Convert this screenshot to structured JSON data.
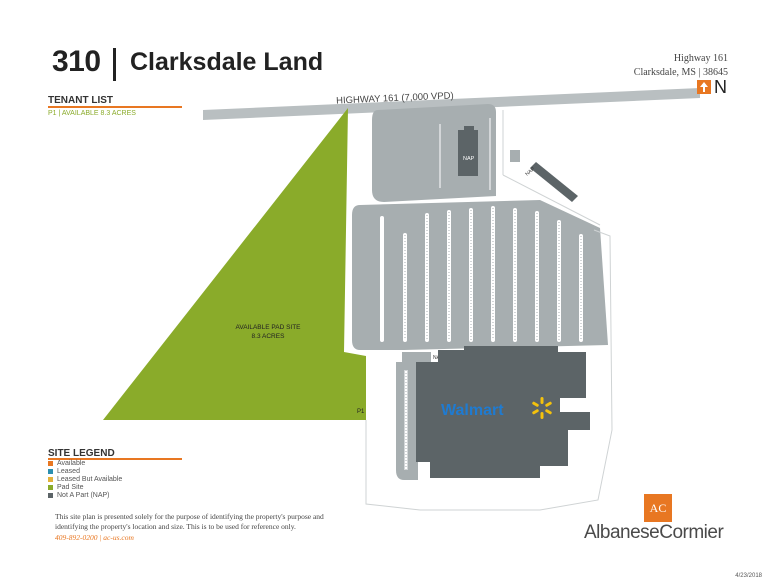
{
  "header": {
    "number": "310",
    "name": "Clarksdale Land",
    "address_line1": "Highway 161",
    "address_line2": "Clarksdale, MS | 38645",
    "north_label": "N"
  },
  "tenant_list": {
    "title": "TENANT LIST",
    "items": [
      "P1 | AVAILABLE 8.3 ACRES"
    ]
  },
  "map": {
    "highway_label": "HIGHWAY 161 (7,000 VPD)",
    "pad_site_label_1": "AVAILABLE PAD SITE",
    "pad_site_label_2": "8.3 ACRES",
    "pad_id": "P1",
    "nap_labels": [
      "NAP",
      "NAP",
      "NAP"
    ],
    "store_name": "Walmart",
    "colors": {
      "pad_site": "#8aab2a",
      "not_a_part": "#5c6467",
      "pavement": "#a7aeb0",
      "highway": "#b9bfc1",
      "accent": "#e87722"
    }
  },
  "site_legend": {
    "title": "SITE LEGEND",
    "items": [
      {
        "label": "Available",
        "color": "#e87722"
      },
      {
        "label": "Leased",
        "color": "#2b8fb0"
      },
      {
        "label": "Leased But Available",
        "color": "#e2b23a"
      },
      {
        "label": "Pad Site",
        "color": "#8aab2a"
      },
      {
        "label": "Not A Part (NAP)",
        "color": "#5c6467"
      }
    ]
  },
  "footer": {
    "disclaimer": "This site plan is presented solely for the purpose of identifying the property's purpose and identifying the property's location and size. This is to be used for reference only.",
    "contact": "409-892-0200 | ac-us.com",
    "logo_mark": "AC",
    "logo_text": "AlbaneseCormier",
    "date": "4/23/2018"
  }
}
